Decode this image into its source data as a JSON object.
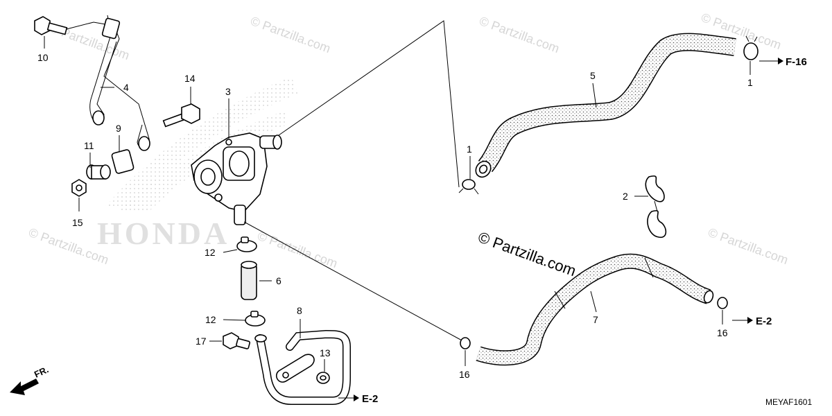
{
  "watermark": {
    "small": "© Partzilla.com",
    "main": "© Partzilla.com",
    "brand": "HONDA"
  },
  "diagram_code": "MEYAF1601",
  "front_indicator": "FR.",
  "references": {
    "f16": "F-16",
    "e2_right": "E-2",
    "e2_bottom": "E-2"
  },
  "callouts": {
    "c1_top": "1",
    "c1_mid": "1",
    "c2": "2",
    "c3": "3",
    "c4": "4",
    "c5": "5",
    "c6": "6",
    "c7": "7",
    "c8": "8",
    "c9": "9",
    "c10": "10",
    "c11": "11",
    "c12_top": "12",
    "c12_bot": "12",
    "c13": "13",
    "c14": "14",
    "c15": "15",
    "c16_mid": "16",
    "c16_right": "16",
    "c17": "17"
  }
}
